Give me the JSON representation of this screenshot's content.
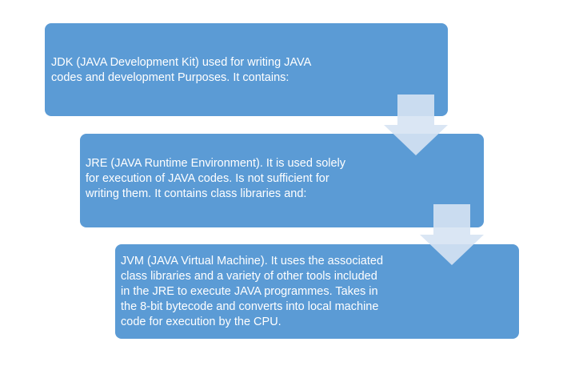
{
  "diagram": {
    "boxes": [
      {
        "id": "jdk",
        "text": "JDK (JAVA Development Kit) used for writing JAVA\ncodes and development Purposes. It contains:"
      },
      {
        "id": "jre",
        "text": "JRE (JAVA Runtime Environment). It is used solely\nfor execution of JAVA codes. Is not sufficient for\nwriting them. It contains class libraries and:"
      },
      {
        "id": "jvm",
        "text": "JVM (JAVA Virtual Machine). It uses the associated\nclass libraries and a variety of other tools included\nin the JRE to execute JAVA programmes. Takes in\nthe 8-bit bytecode and converts into local machine\ncode for execution by the CPU."
      }
    ],
    "colors": {
      "box_fill": "#5b9bd5",
      "box_text": "#ffffff",
      "arrow_fill": "#d6e3f3"
    }
  }
}
